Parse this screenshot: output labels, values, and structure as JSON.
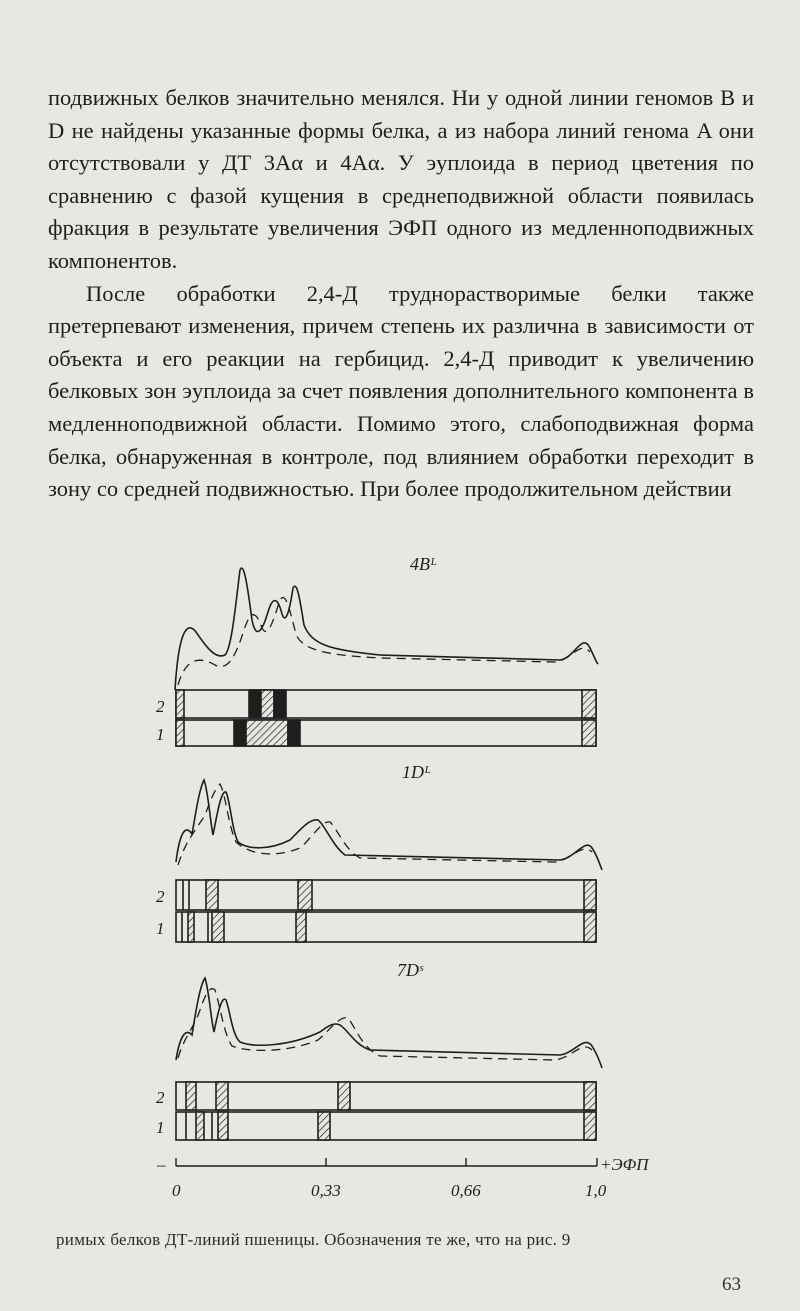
{
  "body_text": {
    "paragraph_1": "подвижных белков значительно менялся. Ни у одной линии геномов B и D не найдены указанные формы белка, а из набора линий генома A они отсутствовали у ДТ 3Aα и 4Aα. У эуплоида в период цветения по сравнению с фазой кущения в среднеподвижной области появилась фракция в результате увеличения ЭФП одного из медленноподвижных компонентов.",
    "paragraph_2": "После обработки 2,4-Д труднорастворимые белки также претерпевают изменения, причем степень их различна в зависимости от объекта и его реакции на гербицид. 2,4-Д приводит к увеличению белковых зон эуплоида за счет появления дополнительного компонента в медленноподвижной области. Помимо этого, слабоподвижная форма белка, обнаруженная в контроле, под влиянием обработки переходит в зону со средней подвижностью. При более продолжительном действии"
  },
  "figure": {
    "panels": [
      {
        "title": "4Bᴸ",
        "row_labels": [
          "2",
          "1"
        ]
      },
      {
        "title": "1Dᴸ",
        "row_labels": [
          "2",
          "1"
        ]
      },
      {
        "title": "7Dˢ",
        "row_labels": [
          "2",
          "1"
        ]
      }
    ],
    "axis": {
      "left_sign": "–",
      "right_label": "+ЭФП",
      "tick_labels": [
        "0",
        "0,33",
        "0,66",
        "1,0"
      ]
    }
  },
  "caption": "римых белков ДТ-линий пшеницы. Обозначения те же, что на рис. 9",
  "page_number": "63",
  "colors": {
    "ink": "#1e1e1e",
    "paper": "#e9e7e2"
  }
}
